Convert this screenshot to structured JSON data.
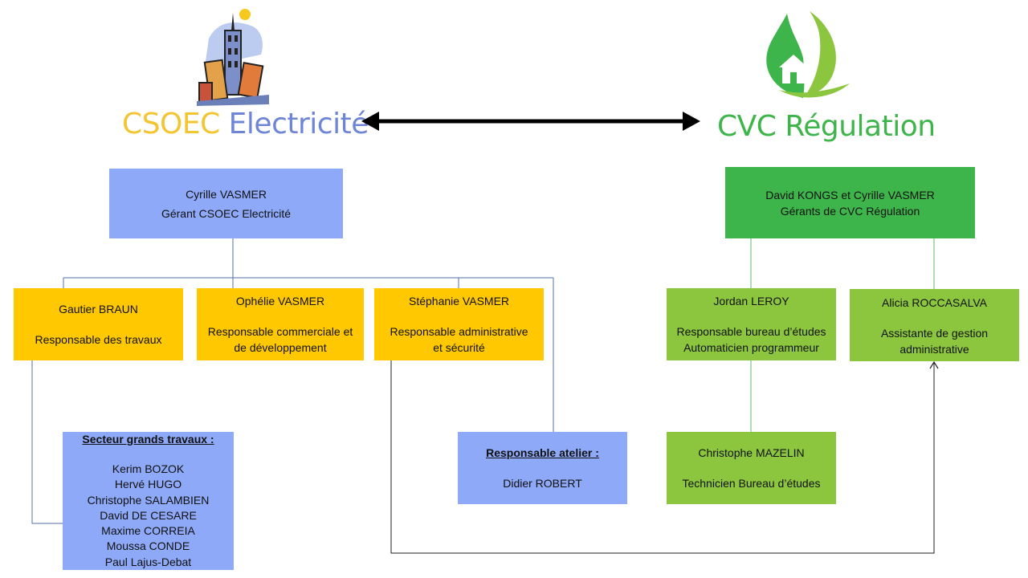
{
  "left_company": {
    "name_part1": "CSOEC",
    "name_part2": "Electricité",
    "logo": "city-skyline-sun-icon",
    "color1": "#f2c531",
    "color2": "#6f85d6"
  },
  "right_company": {
    "name": "CVC Régulation",
    "logo": "leaf-house-icon",
    "color": "#3db54a"
  },
  "link_arrow": "double-headed-arrow",
  "nodes": {
    "cyrille": {
      "name": "Cyrille VASMER",
      "role": "Gérant CSOEC Electricité"
    },
    "gautier": {
      "name": "Gautier BRAUN",
      "role": "Responsable des travaux"
    },
    "ophelie": {
      "name": "Ophélie VASMER",
      "role_line1": "Responsable commerciale et",
      "role_line2": "de développement"
    },
    "stephanie": {
      "name": "Stéphanie VASMER",
      "role_line1": "Responsable administrative",
      "role_line2": "et sécurité"
    },
    "secteur": {
      "title": "Secteur grands travaux :",
      "members": [
        "Kerim  BOZOK",
        "Hervé HUGO",
        "Christophe SALAMBIEN",
        "David DE CESARE",
        "Maxime CORREIA",
        "Moussa CONDE",
        "Paul Lajus-Debat"
      ]
    },
    "atelier": {
      "title": "Responsable atelier :",
      "name": "Didier ROBERT"
    },
    "kongs": {
      "line1": "David KONGS  et Cyrille VASMER",
      "line2": "Gérants de  CVC Régulation"
    },
    "jordan": {
      "name": "Jordan  LEROY",
      "role_line1": "Responsable bureau d’études",
      "role_line2": "Automaticien programmeur"
    },
    "alicia": {
      "name": "Alicia ROCCASALVA",
      "role_line1": "Assistante de gestion",
      "role_line2": "administrative"
    },
    "christophe": {
      "name": "Christophe MAZELIN",
      "role": "Technicien Bureau d’études"
    }
  },
  "colors": {
    "blue_box": "#8ea9f7",
    "yellow_box": "#ffc800",
    "dark_green_box": "#3db54a",
    "light_green_box": "#8cc63f",
    "blue_line": "#4f6fa8",
    "green_line": "#5fb86b"
  }
}
